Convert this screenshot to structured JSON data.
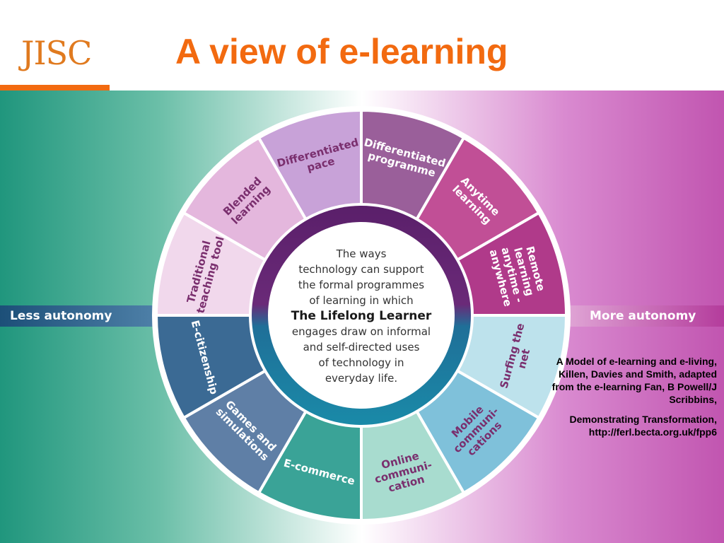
{
  "header": {
    "logo_text": "JISC",
    "title": "A view of e-learning"
  },
  "diagram": {
    "left_band": "Less autonomy",
    "right_band": "More autonomy",
    "center_text": {
      "lines_top": [
        "The ways",
        "technology can support",
        "the formal programmes",
        "of learning in which"
      ],
      "highlight": "The Lifelong Learner",
      "lines_bottom": [
        "engages draw on informal",
        "and self-directed uses",
        "of technology in",
        "everyday life."
      ]
    },
    "segments": [
      {
        "id": "differentiated-programme",
        "lines": [
          "Differentiated",
          "programme"
        ],
        "color": "#9a5f9a"
      },
      {
        "id": "anytime-learning",
        "lines": [
          "Anytime",
          "learning"
        ],
        "color": "#c14f96"
      },
      {
        "id": "remote-learning",
        "lines": [
          "Remote",
          "learning",
          "anytime -",
          "anywhere"
        ],
        "color": "#b03a8a"
      },
      {
        "id": "surfing-the-net",
        "lines": [
          "Surfing the",
          "net"
        ],
        "color": "#bde2ec"
      },
      {
        "id": "mobile-communications",
        "lines": [
          "Mobile",
          "communi-",
          "cations"
        ],
        "color": "#7fc1da"
      },
      {
        "id": "online-communication",
        "lines": [
          "Online",
          "communi-",
          "cation"
        ],
        "color": "#a8dccf"
      },
      {
        "id": "e-commerce",
        "lines": [
          "E-commerce"
        ],
        "color": "#3aa397"
      },
      {
        "id": "games-and-simulations",
        "lines": [
          "Games and",
          "simulations"
        ],
        "color": "#5f7fa6"
      },
      {
        "id": "e-citizenship",
        "lines": [
          "E-citizenship"
        ],
        "color": "#3b6a94"
      },
      {
        "id": "traditional-teaching-tool",
        "lines": [
          "Traditional",
          "teaching tool"
        ],
        "color": "#f1d8ec"
      },
      {
        "id": "blended-learning",
        "lines": [
          "Blended",
          "learning"
        ],
        "color": "#e4b7dd"
      },
      {
        "id": "differentiated-pace",
        "lines": [
          "Differentiated",
          "pace"
        ],
        "color": "#c8a2d8"
      }
    ],
    "text_colors": {
      "light_segment": "#7a2f6e",
      "dark_segment": "#ffffff",
      "center": "#333333"
    }
  },
  "caption": {
    "paragraph1": [
      "A Model of e-learning and e-living,",
      "Killen, Davies and Smith, adapted",
      "from the e-learning Fan, B Powell/J",
      "Scribbins,"
    ],
    "paragraph2": [
      "Demonstrating Transformation,",
      "http://ferl.becta.org.uk/fpp6"
    ]
  }
}
